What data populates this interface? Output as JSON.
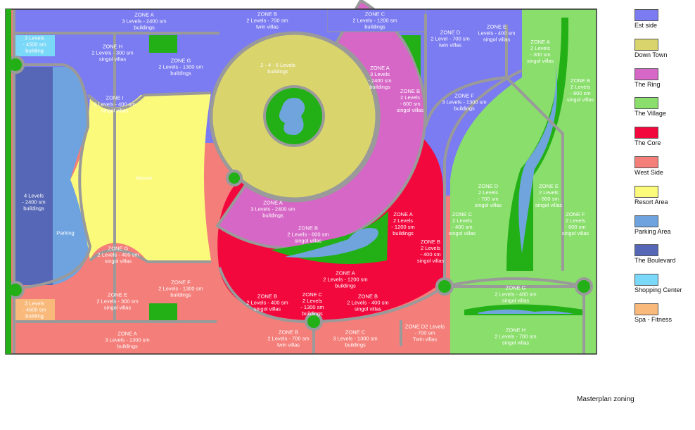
{
  "caption": "Masterplan zoning",
  "colors": {
    "east": "#7b7bf2",
    "downtown": "#d9d46c",
    "ring": "#d667c6",
    "village": "#8ade6c",
    "core": "#f2083d",
    "west": "#f47e79",
    "resort": "#fbfa7a",
    "parking": "#6ea3e0",
    "boulevard": "#5567b6",
    "shopping": "#7ad8f8",
    "spa": "#f8b97a",
    "green": "#22b016",
    "road": "#9a9a9a",
    "water": "#6fa4dc"
  },
  "legend": [
    {
      "label": "Est side",
      "color": "#7b7bf2"
    },
    {
      "label": "Down Town",
      "color": "#d9d46c"
    },
    {
      "label": "The Ring",
      "color": "#d667c6"
    },
    {
      "label": "The Village",
      "color": "#8ade6c"
    },
    {
      "label": "The Core",
      "color": "#f2083d"
    },
    {
      "label": "West Side",
      "color": "#f47e79"
    },
    {
      "label": "Resort Area",
      "color": "#fbfa7a"
    },
    {
      "label": "Parking Area",
      "color": "#6ea3e0"
    },
    {
      "label": "The Boulevard",
      "color": "#5567b6"
    },
    {
      "label": "Shopping Center",
      "color": "#7ad8f8"
    },
    {
      "label": "Spa - Fitness",
      "color": "#f8b97a"
    }
  ],
  "zones": {
    "east_a": [
      "ZONE A",
      "3 Levels - 2400 sm",
      "buildings"
    ],
    "east_shop": [
      "3 Levels",
      "- 4500 sm",
      "building"
    ],
    "east_h": [
      "ZONE H",
      "2 Levels - 300 sm",
      "singol villas"
    ],
    "east_g": [
      "ZONE G",
      "2 Levels - 1300 sm",
      "buildings"
    ],
    "east_i": [
      "ZONE I",
      "2 Levels - 400 sm",
      "singol villas"
    ],
    "east_b": [
      "ZONE B",
      "2 Levels - 700 sm",
      "twin villas"
    ],
    "east_c": [
      "ZONE C",
      "2 Levels - 1200 sm",
      "buildings"
    ],
    "east_d": [
      "ZONE D",
      "2 Level - 700 sm",
      "twin villas"
    ],
    "east_e": [
      "ZONE  E",
      "Levels - 400 sm",
      "singol  villas"
    ],
    "east_f": [
      "ZONE F",
      "3 Levels - 1300 sm",
      "buildings"
    ],
    "downtown": [
      "2 - 4 - 6 Levels",
      "buildings"
    ],
    "ring_a_top": [
      "ZONE A",
      "3 Levels",
      "- 2400 sm",
      "buildings"
    ],
    "ring_b_top": [
      "ZONE B",
      "2 Levels",
      "- 600 sm",
      "singol villas"
    ],
    "ring_a_bottom": [
      "ZONE A",
      "3 Levels - 2400 sm",
      "buildings"
    ],
    "ring_b_bottom": [
      "ZONE B",
      "2 Levels - 600 sm",
      "singol villas"
    ],
    "village_a": [
      "ZONE A",
      "2 Levels",
      "- 300 sm",
      "singol villas"
    ],
    "village_b": [
      "ZONE B",
      "2 Levels",
      "- 800 sm",
      "singol villas"
    ],
    "village_c": [
      "ZONE C",
      "2 Levels",
      "- 400 sm",
      "singol villas"
    ],
    "village_d": [
      "ZONE D",
      "2 Levels",
      "- 700 sm",
      "singol villas"
    ],
    "village_e": [
      "ZONE E",
      "2 Levels",
      "- 800 sm",
      "singol villas"
    ],
    "village_f": [
      "ZONE F",
      "2 Levels",
      "- 600 sm",
      "singol villas"
    ],
    "village_g": [
      "ZONE G",
      "2 Levels - 400 sm",
      "singol villas"
    ],
    "village_h": [
      "ZONE H",
      "2 Levels - 700 sm",
      "singol villas"
    ],
    "core_a_right": [
      "ZONE A",
      "2 Levels",
      "- 1200 sm",
      "buildings"
    ],
    "core_b_right": [
      "ZONE B",
      "2 Levels",
      "- 400 sm",
      "singol villas"
    ],
    "core_a": [
      "ZONE A",
      "2 Levels - 1200 sm",
      "buildings"
    ],
    "core_b_left": [
      "ZONE B",
      "2 Levels - 400 sm",
      "singol villas"
    ],
    "core_c": [
      "ZONE C",
      "2 Levels",
      "- 1300 sm",
      "buildings"
    ],
    "core_b_mid": [
      "ZONE B",
      "2 Levels - 400 sm",
      "singol villas"
    ],
    "west_g": [
      "ZONE G",
      "2 Levels - 400 sm",
      "singol villas"
    ],
    "west_e": [
      "ZONE  E",
      "2 Levels - 300 sm",
      "singol villas"
    ],
    "west_spa": [
      "3 Levels",
      "- 4500 sm",
      "building"
    ],
    "west_f": [
      "ZONE F",
      "2 Levels - 1300 sm",
      "buildings"
    ],
    "west_a": [
      "ZONE A",
      "3 Levels - 1300 sm",
      "buildings"
    ],
    "west_b": [
      "ZONE B",
      "2 Levels - 700 sm",
      "twin villas"
    ],
    "west_c": [
      "ZONE C",
      "3 Levels - 1300 sm",
      "buildings"
    ],
    "west_d2": [
      "ZONE D2 Levels",
      "- 700 sm",
      "Twin villas"
    ],
    "resort": [
      "Resort"
    ],
    "boulevard": [
      "4 Levels",
      "- 2400 sm",
      "buildings"
    ],
    "parking": [
      "Parking"
    ]
  }
}
